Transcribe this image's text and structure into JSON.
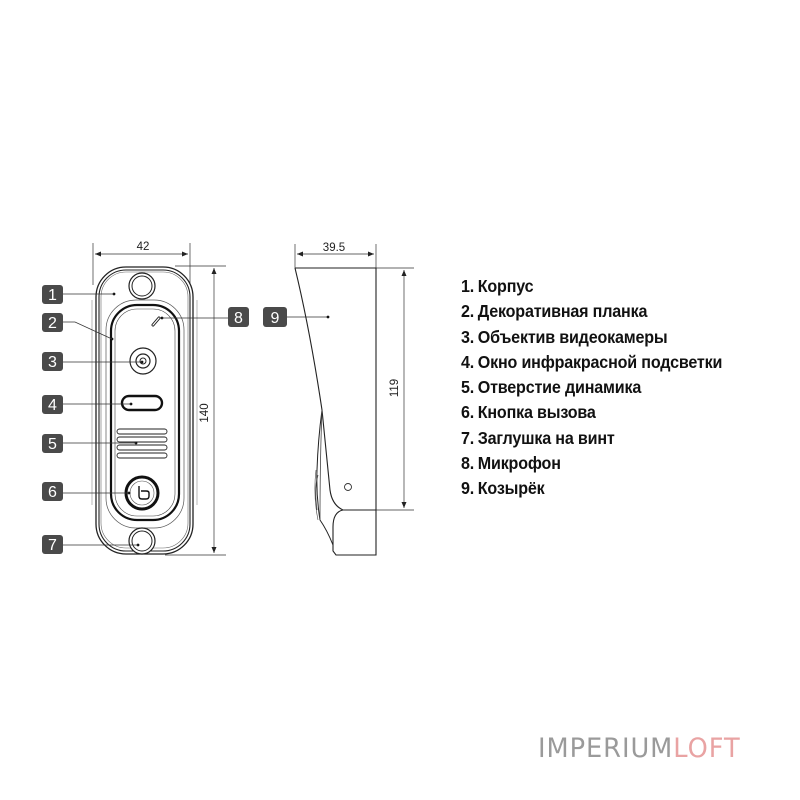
{
  "diagram": {
    "front_view": {
      "width_dimension": "42",
      "height_dimension": "140"
    },
    "side_view": {
      "depth_dimension": "39.5",
      "height_dimension": "119"
    },
    "callouts": [
      {
        "number": "1"
      },
      {
        "number": "2"
      },
      {
        "number": "3"
      },
      {
        "number": "4"
      },
      {
        "number": "5"
      },
      {
        "number": "6"
      },
      {
        "number": "7"
      },
      {
        "number": "8"
      },
      {
        "number": "9"
      }
    ],
    "legend": [
      {
        "number": "1.",
        "label": "Корпус"
      },
      {
        "number": "2.",
        "label": "Декоративная планка"
      },
      {
        "number": "3.",
        "label": "Объектив видеокамеры"
      },
      {
        "number": "4.",
        "label": "Окно инфракрасной подсветки"
      },
      {
        "number": "5.",
        "label": "Отверстие динамика"
      },
      {
        "number": "6.",
        "label": "Кнопка  вызова"
      },
      {
        "number": "7.",
        "label": "Заглушка на винт"
      },
      {
        "number": "8.",
        "label": "Микрофон"
      },
      {
        "number": "9.",
        "label": "Козырёк"
      }
    ],
    "colors": {
      "callout_box": "#4a4a4a",
      "line": "#222222",
      "brand_primary": "#9a9a9a",
      "brand_accent": "#e9a3a3"
    }
  },
  "watermark": {
    "part1": "IMPERIUM",
    "part2": "LOFT"
  }
}
